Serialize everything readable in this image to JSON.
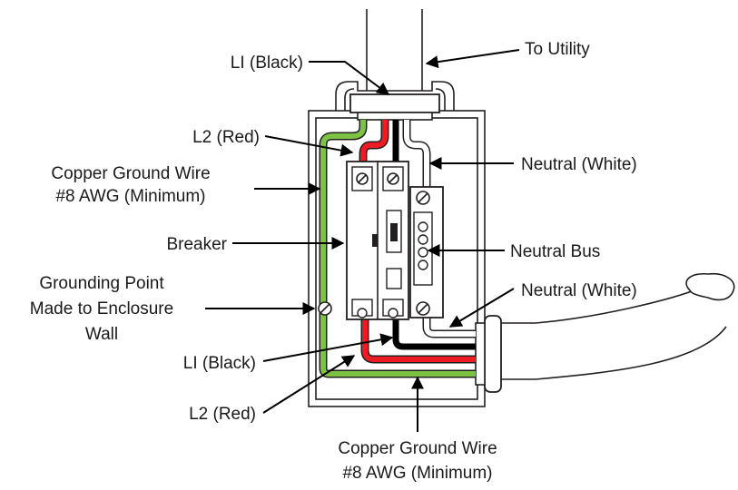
{
  "labels": {
    "to_utility": "To Utility",
    "l1_black_top": "LI (Black)",
    "l2_red_top": "L2 (Red)",
    "copper_ground_left_1": "Copper Ground Wire",
    "copper_ground_left_2": "#8 AWG (Minimum)",
    "breaker": "Breaker",
    "grounding_point_1": "Grounding Point",
    "grounding_point_2": "Made to Enclosure",
    "grounding_point_3": "Wall",
    "l1_black_bottom": "LI (Black)",
    "l2_red_bottom": "L2 (Red)",
    "neutral_white_top": "Neutral (White)",
    "neutral_bus": "Neutral Bus",
    "neutral_white_bottom": "Neutral (White)",
    "copper_ground_bottom_1": "Copper Ground Wire",
    "copper_ground_bottom_2": "#8 AWG (Minimum)"
  },
  "colors": {
    "ground_wire": "#7dc242",
    "l2_wire": "#ed1c24",
    "l1_wire": "#000000",
    "neutral_wire": "#ffffff",
    "enclosure": "#ffffff",
    "outline": "#231f20"
  }
}
